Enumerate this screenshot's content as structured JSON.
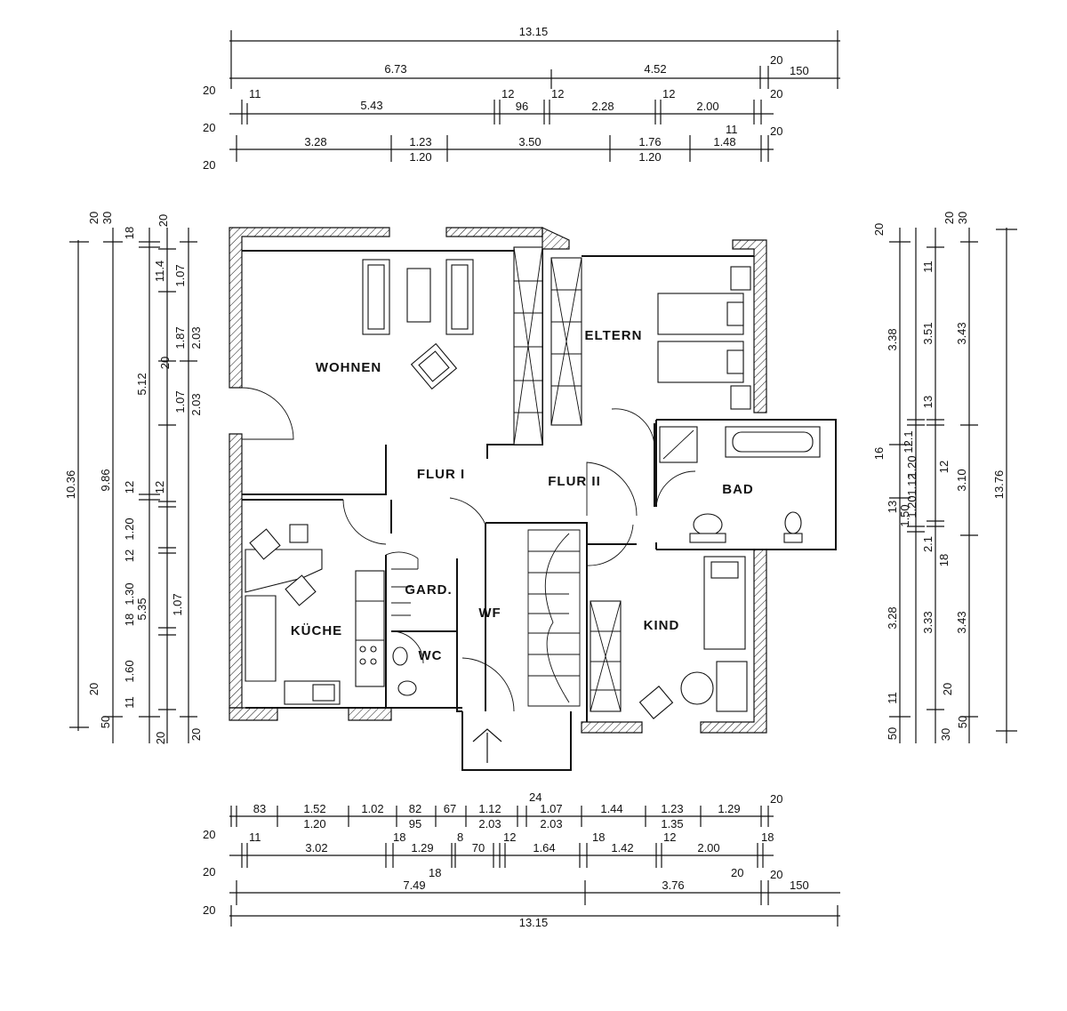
{
  "rooms": {
    "wohnen": "WOHNEN",
    "eltern": "ELTERN",
    "flur1": "FLUR I",
    "flur2": "FLUR II",
    "bad": "BAD",
    "kueche": "KÜCHE",
    "gard": "GARD.",
    "wc": "WC",
    "wf": "WF",
    "kind": "KIND"
  },
  "dims_top": {
    "r1": {
      "total": "13.15"
    },
    "r2": {
      "a": "6.73",
      "b": "4.52",
      "c": "20",
      "d": "150"
    },
    "r3": {
      "s20": "20",
      "a": "11",
      "b": "5.43",
      "c": "12",
      "d": "96",
      "e": "12",
      "f": "2.28",
      "g": "12",
      "h": "2.00",
      "i": "20"
    },
    "r4": {
      "s20": "20",
      "a": "3.28",
      "b": "1.23",
      "b2": "1.20",
      "c": "3.50",
      "d": "1.76",
      "d2": "1.20",
      "e": "1.48",
      "f": "11",
      "g": "20"
    },
    "r5": {
      "s20": "20"
    }
  },
  "dims_bottom": {
    "r1": {
      "s20": "20",
      "a": "83",
      "b": "1.52",
      "b2": "1.20",
      "c": "1.02",
      "d": "82",
      "d2": "95",
      "e": "67",
      "f": "1.12",
      "f2": "2.03",
      "g": "24",
      "h": "1.07",
      "h2": "2.03",
      "i": "1.44",
      "j": "1.23",
      "j2": "1.35",
      "k": "1.29",
      "l": "20"
    },
    "r2": {
      "s20": "20",
      "a": "11",
      "b": "3.02",
      "c": "18",
      "d": "1.29",
      "e": "8",
      "f": "70",
      "g": "12",
      "h": "1.64",
      "i": "18",
      "j": "1.42",
      "k": "12",
      "l": "2.00",
      "m": "18"
    },
    "r3": {
      "s20": "20",
      "a": "18",
      "b": "20",
      "c": "20"
    },
    "r4": {
      "s20": "20",
      "a": "7.49",
      "b": "3.76",
      "c": "150"
    },
    "r5": {
      "total": "13.15"
    }
  },
  "dims_left": {
    "total": "10.36",
    "c2": "9.86",
    "c3": {
      "a": "5.12",
      "b": "12",
      "c": "5.35"
    },
    "c4": {
      "a": "11.4",
      "b": "1.87",
      "c": "20",
      "d": "1.07",
      "e": "12",
      "f": "1.20",
      "g": "12",
      "h": "1.30",
      "i": "18",
      "j": "1.60",
      "k": "11"
    },
    "c5": {
      "a": "1.07",
      "b": "2.03",
      "c": "2.03",
      "d": "1.07"
    },
    "top": {
      "a": "20",
      "b": "30",
      "c": "18",
      "d": "20"
    },
    "bottom": {
      "a": "50",
      "b": "20",
      "c": "20"
    },
    "misc": {
      "a": "20"
    }
  },
  "dims_right": {
    "total": "13.76",
    "c1": {
      "a": "3.38",
      "b": "16",
      "c": "13",
      "d": "3.28",
      "e": "11"
    },
    "c2": {
      "a": "12.1",
      "b": "1.20",
      "c": "1.12",
      "d": "1.20",
      "e": "1.50"
    },
    "c3": {
      "a": "11",
      "b": "3.51",
      "c": "13",
      "d": "12",
      "e": "18",
      "f": "2.1",
      "g": "3.33",
      "h": "20"
    },
    "c4": {
      "a": "3.43",
      "b": "3.10",
      "c": "3.43"
    },
    "top": {
      "a": "20",
      "b": "20",
      "c": "30"
    },
    "bottom": {
      "a": "50",
      "b": "30",
      "c": "50"
    }
  }
}
